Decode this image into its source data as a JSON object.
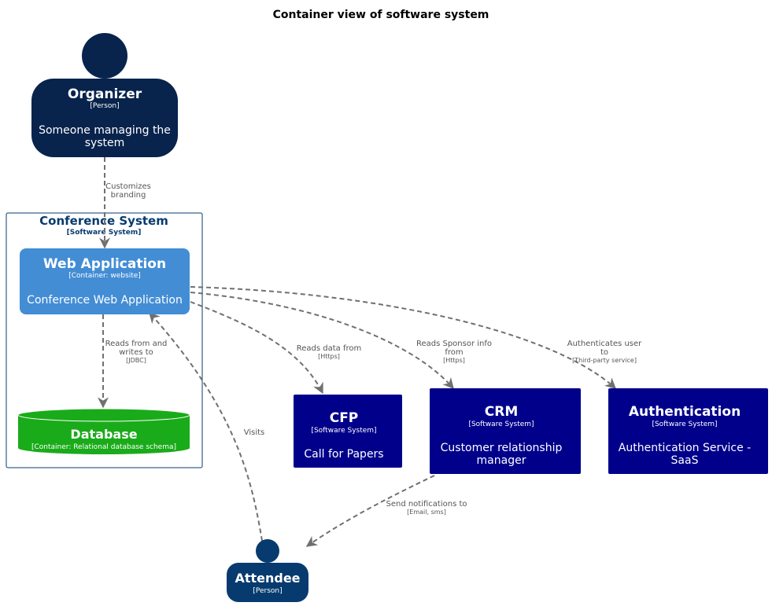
{
  "title": "Container view of software system",
  "colors": {
    "person": "#08234c",
    "attendee": "#073b6f",
    "container": "#438dd5",
    "database": "#1aab1a",
    "external": "#00008b",
    "boundary": "#073b6f",
    "edge": "#707070"
  },
  "nodes": {
    "organizer": {
      "name": "Organizer",
      "type": "[Person]",
      "desc_line1": "Someone managing the",
      "desc_line2": "system"
    },
    "boundary": {
      "name": "Conference System",
      "type": "[Software System]"
    },
    "webapp": {
      "name": "Web Application",
      "type": "[Container: website]",
      "desc": "Conference Web Application"
    },
    "database": {
      "name": "Database",
      "type": "[Container: Relational database schema]"
    },
    "cfp": {
      "name": "CFP",
      "type": "[Software System]",
      "desc": "Call for Papers"
    },
    "crm": {
      "name": "CRM",
      "type": "[Software System]",
      "desc_line1": "Customer relationship",
      "desc_line2": "manager"
    },
    "auth": {
      "name": "Authentication",
      "type": "[Software System]",
      "desc_line1": "Authentication Service -",
      "desc_line2": "SaaS"
    },
    "attendee": {
      "name": "Attendee",
      "type": "[Person]"
    }
  },
  "edges": {
    "customizes": {
      "line1": "Customizes",
      "line2": "branding"
    },
    "reads_db": {
      "line1": "Reads from and",
      "line2": "writes to",
      "tech": "[JDBC]"
    },
    "reads_cfp": {
      "line1": "Reads data from",
      "tech": "[Https]"
    },
    "reads_crm": {
      "line1": "Reads Sponsor info",
      "line2": "from",
      "tech": "[Https]"
    },
    "auth_user": {
      "line1": "Authenticates user",
      "line2": "to",
      "tech": "[Third-party service]"
    },
    "visits": {
      "line1": "Visits"
    },
    "notify": {
      "line1": "Send notifications to",
      "tech": "[Email, sms]"
    }
  }
}
